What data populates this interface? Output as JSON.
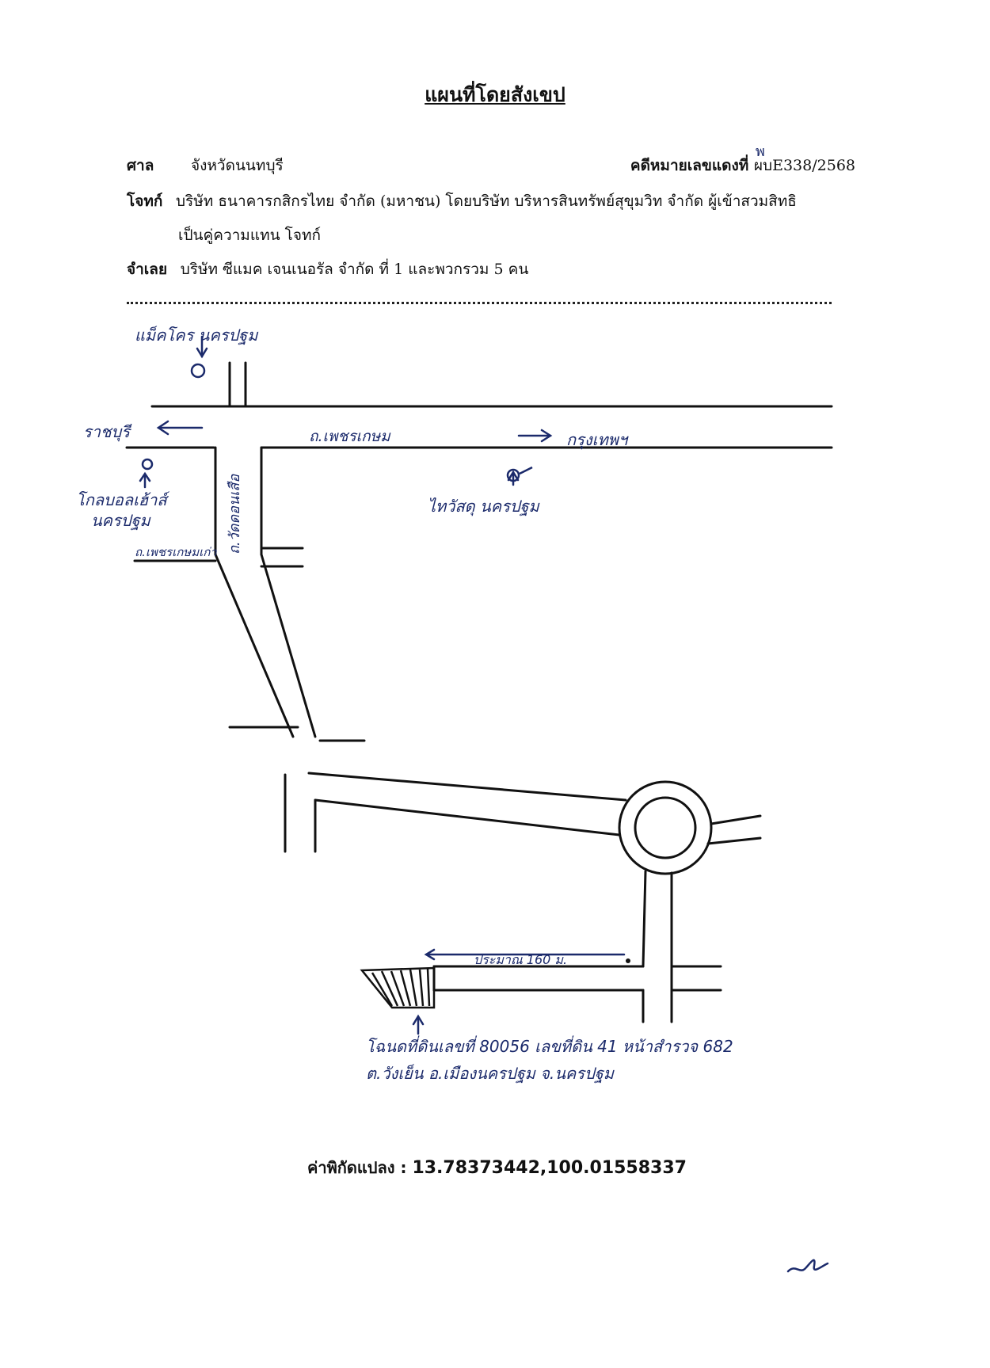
{
  "document": {
    "title": "แผนที่โดยสังเขป",
    "court_label": "ศาล",
    "court_value": "จังหวัดนนทบุรี",
    "case_label": "คดีหมายเลขแดงที่",
    "case_value": "ผบE338/2568",
    "case_handwritten_fix": "พ",
    "plaintiff_label": "โจทก์",
    "plaintiff_line1": "บริษัท ธนาคารกสิกรไทย จำกัด (มหาชน) โดยบริษัท บริหารสินทรัพย์สุขุมวิท จำกัด ผู้เข้าสวมสิทธิ",
    "plaintiff_line2": "เป็นคู่ความแทน โจทก์",
    "defendant_label": "จำเลย",
    "defendant_value": "บริษัท ซีแมค เจนเนอรัล จำกัด ที่ 1 และพวกรวม 5 คน"
  },
  "map": {
    "landmark_top": "แม็คโคร นครปฐม",
    "dir_left": "ราชบุรี",
    "dir_right": "กรุงเทพฯ",
    "main_road": "ถ.เพชรเกษม",
    "side_road": "ถ.วัดดอนเสือ",
    "small_road": "ถ.เพชรเกษมเก่า",
    "landmark_left_line1": "โกลบอลเฮ้าส์",
    "landmark_left_line2": "นครปฐม",
    "landmark_right": "ไทวัสดุ นครปฐม",
    "distance": "ประมาณ 160 ม.",
    "parcel_line1": "โฉนดที่ดินเลขที่ 80056 เลขที่ดิน 41 หน้าสำรวจ 682",
    "parcel_line2": "ต.วังเย็น อ.เมืองนครปฐม จ.นครปฐม"
  },
  "coordinates": {
    "label": "ค่าพิกัดแปลง :",
    "value": "13.78373442,100.01558337"
  }
}
